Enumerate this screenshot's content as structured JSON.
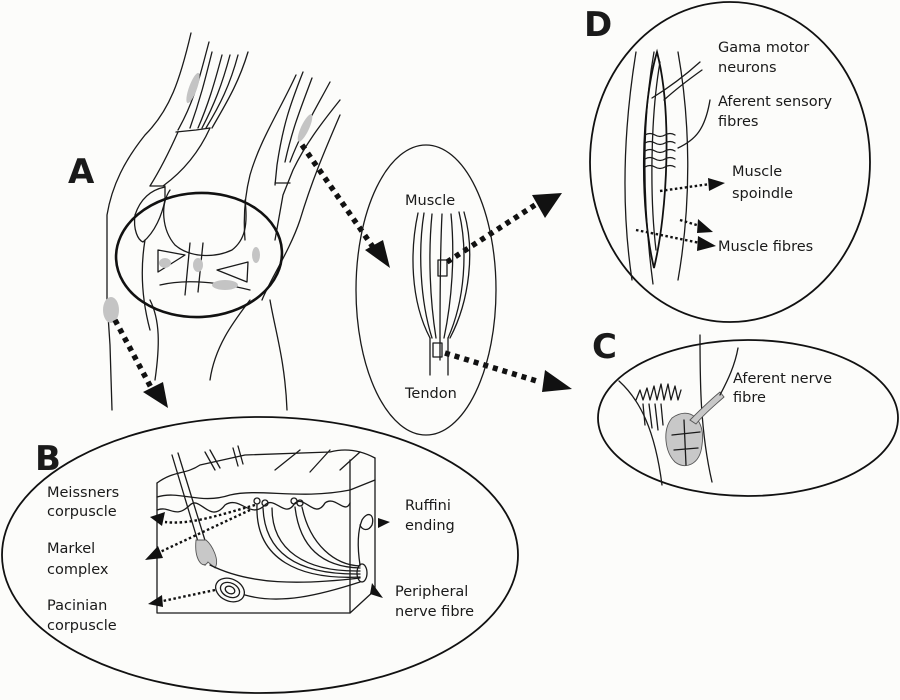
{
  "diagram": {
    "panels": {
      "A": {
        "letter": "A",
        "description": "Knee joint with surrounding muscles and tendons"
      },
      "B": {
        "letter": "B",
        "description": "Skin cross-section with cutaneous mechanoreceptors",
        "labels": {
          "meissner_line1": "Meissners",
          "meissner_line2": "corpuscle",
          "markel_line1": "Markel",
          "markel_line2": "complex",
          "pacinian_line1": "Pacinian",
          "pacinian_line2": "corpuscle",
          "ruffini_line1": "Ruffini",
          "ruffini_line2": "ending",
          "peripheral_line1": "Peripheral",
          "peripheral_line2": "nerve fibre"
        }
      },
      "muscle_tendon": {
        "labels": {
          "muscle": "Muscle",
          "tendon": "Tendon"
        }
      },
      "C": {
        "letter": "C",
        "description": "Golgi tendon organ",
        "labels": {
          "afferent_line1": "Aferent nerve",
          "afferent_line2": "fibre"
        }
      },
      "D": {
        "letter": "D",
        "description": "Muscle spindle",
        "labels": {
          "gamma_line1": "Gama motor",
          "gamma_line2": "neurons",
          "afferent_line1": "Aferent sensory",
          "afferent_line2": "fibres",
          "spindle_line1": "Muscle",
          "spindle_line2": "spoindle",
          "fibres": "Muscle fibres"
        }
      }
    },
    "colors": {
      "line": "#1a1a1a",
      "highlight_grey": "#c4c4c4",
      "background": "#fcfcfa"
    }
  }
}
